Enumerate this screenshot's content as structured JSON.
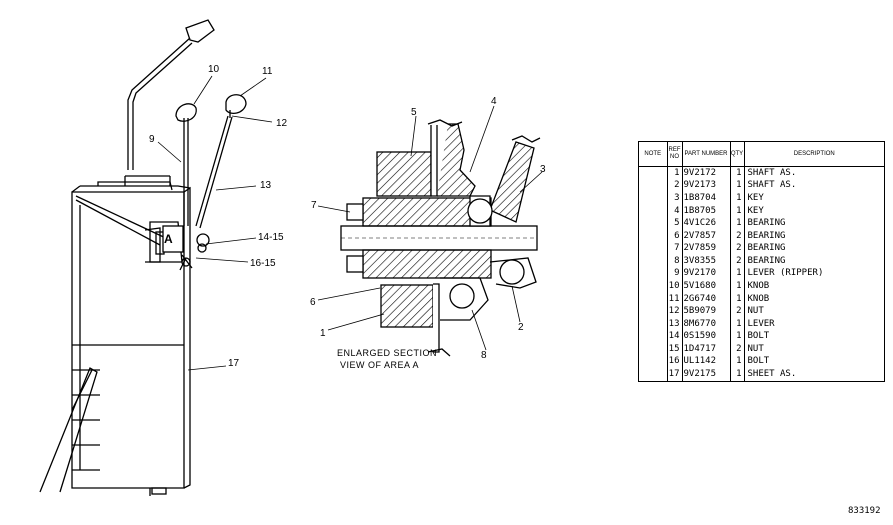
{
  "callouts": {
    "c1": "1",
    "c2": "2",
    "c3": "3",
    "c4": "4",
    "c5": "5",
    "c6": "6",
    "c7": "7",
    "c8": "8",
    "c9": "9",
    "c10": "10",
    "c11": "11",
    "c12": "12",
    "c13": "13",
    "c14_15": "14-15",
    "c16_15": "16-15",
    "c17": "17"
  },
  "area_marker": "A",
  "section_caption": {
    "line1": "ENLARGED SECTION",
    "line2": "VIEW OF AREA A"
  },
  "parts_table": {
    "headers": {
      "note": "NOTE",
      "ref_no": "REF NO",
      "part_number": "PART NUMBER",
      "qty": "QTY",
      "description": "DESCRIPTION"
    },
    "rows": [
      {
        "note": "",
        "ref": "1",
        "part": "9V2172",
        "qty": "1",
        "desc": "SHAFT AS."
      },
      {
        "note": "",
        "ref": "2",
        "part": "9V2173",
        "qty": "1",
        "desc": "SHAFT AS."
      },
      {
        "note": "",
        "ref": "3",
        "part": "1B8704",
        "qty": "1",
        "desc": "KEY"
      },
      {
        "note": "",
        "ref": "4",
        "part": "1B8705",
        "qty": "1",
        "desc": "KEY"
      },
      {
        "note": "",
        "ref": "5",
        "part": "4V1C26",
        "qty": "1",
        "desc": "BEARING"
      },
      {
        "note": "",
        "ref": "6",
        "part": "2V7857",
        "qty": "2",
        "desc": "BEARING"
      },
      {
        "note": "",
        "ref": "7",
        "part": "2V7859",
        "qty": "2",
        "desc": "BEARING"
      },
      {
        "note": "",
        "ref": "8",
        "part": "3V8355",
        "qty": "2",
        "desc": "BEARING"
      },
      {
        "note": "",
        "ref": "9",
        "part": "9V2170",
        "qty": "1",
        "desc": "LEVER (RIPPER)"
      },
      {
        "note": "",
        "ref": "10",
        "part": "5V1680",
        "qty": "1",
        "desc": "KNOB"
      },
      {
        "note": "",
        "ref": "11",
        "part": "2G6740",
        "qty": "1",
        "desc": "KNOB"
      },
      {
        "note": "",
        "ref": "12",
        "part": "5B9079",
        "qty": "2",
        "desc": "NUT"
      },
      {
        "note": "",
        "ref": "13",
        "part": "8M6770",
        "qty": "1",
        "desc": "LEVER"
      },
      {
        "note": "",
        "ref": "14",
        "part": "0S1590",
        "qty": "1",
        "desc": "BOLT"
      },
      {
        "note": "",
        "ref": "15",
        "part": "1D4717",
        "qty": "2",
        "desc": "NUT"
      },
      {
        "note": "",
        "ref": "16",
        "part": "UL1142",
        "qty": "1",
        "desc": "BOLT"
      },
      {
        "note": "",
        "ref": "17",
        "part": "9V2175",
        "qty": "1",
        "desc": "SHEET AS."
      }
    ]
  },
  "drawing_number": "833192"
}
